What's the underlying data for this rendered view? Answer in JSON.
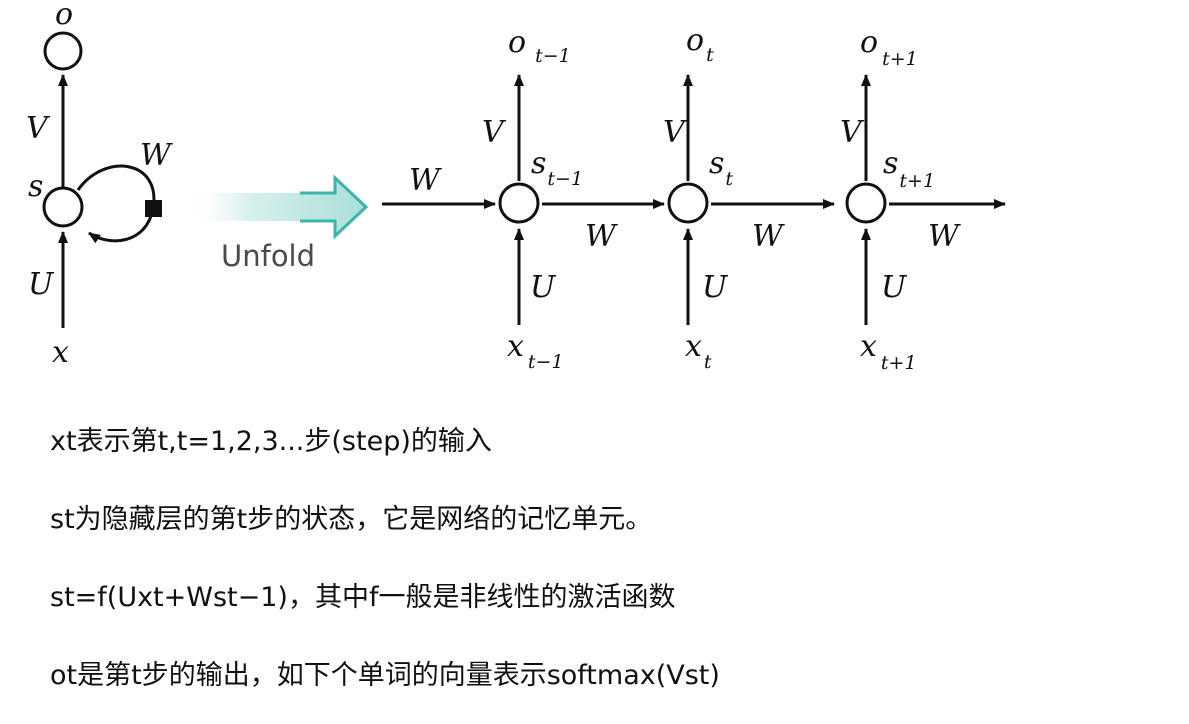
{
  "diagram": {
    "folded": {
      "output_label": "o",
      "state_label": "s",
      "input_label": "x",
      "weight_v": "V",
      "weight_u": "U",
      "weight_w": "W"
    },
    "unfold_label": "Unfold",
    "unfolded": {
      "incoming_weight": "W",
      "outgoing_weight": "W",
      "steps": [
        {
          "o": "o",
          "o_sub": "t−1",
          "s": "s",
          "s_sub": "t−1",
          "x": "x",
          "x_sub": "t−1",
          "v": "V",
          "u": "U",
          "w": "W"
        },
        {
          "o": "o",
          "o_sub": "t",
          "s": "s",
          "s_sub": "t",
          "x": "x",
          "x_sub": "t",
          "v": "V",
          "u": "U",
          "w": "W"
        },
        {
          "o": "o",
          "o_sub": "t+1",
          "s": "s",
          "s_sub": "t+1",
          "x": "x",
          "x_sub": "t+1",
          "v": "V",
          "u": "U",
          "w": "W"
        }
      ]
    },
    "colors": {
      "stroke": "#111111",
      "unfold_arrow_fill": "#bfe7e2",
      "unfold_arrow_stroke": "#3cb4ab"
    }
  },
  "notes": [
    "xt表示第t,t=1,2,3...步(step)的输入",
    "st为隐藏层的第t步的状态，它是网络的记忆单元。",
    "st=f(Uxt+Wst−1)，其中f一般是非线性的激活函数",
    "ot是第t步的输出，如下个单词的向量表示softmax(Vst)"
  ]
}
